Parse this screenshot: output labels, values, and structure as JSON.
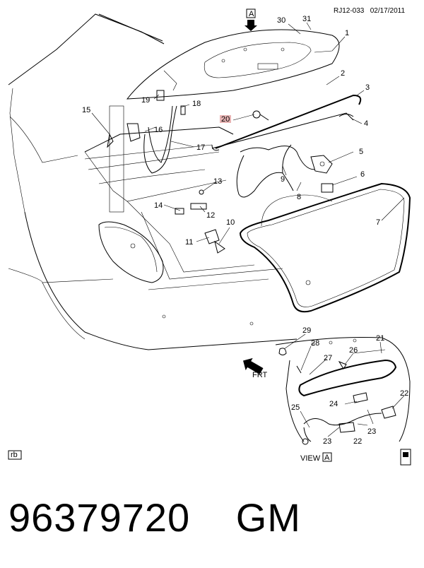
{
  "header": {
    "code": "RJ12-033",
    "date": "02/17/2011"
  },
  "view_box_top": "A",
  "view_label": {
    "prefix": "VIEW",
    "letter": "A"
  },
  "badge": "rb",
  "part_number": "96379720",
  "brand": "GM",
  "callouts": [
    "1",
    "2",
    "3",
    "4",
    "5",
    "6",
    "7",
    "8",
    "9",
    "10",
    "11",
    "12",
    "13",
    "14",
    "15",
    "16",
    "17",
    "18",
    "19",
    "20",
    "21",
    "22",
    "23",
    "24",
    "25",
    "26",
    "27",
    "28",
    "29",
    "30",
    "31"
  ],
  "arrow_label": "FRT",
  "highlight_color": "#e8b4b4"
}
